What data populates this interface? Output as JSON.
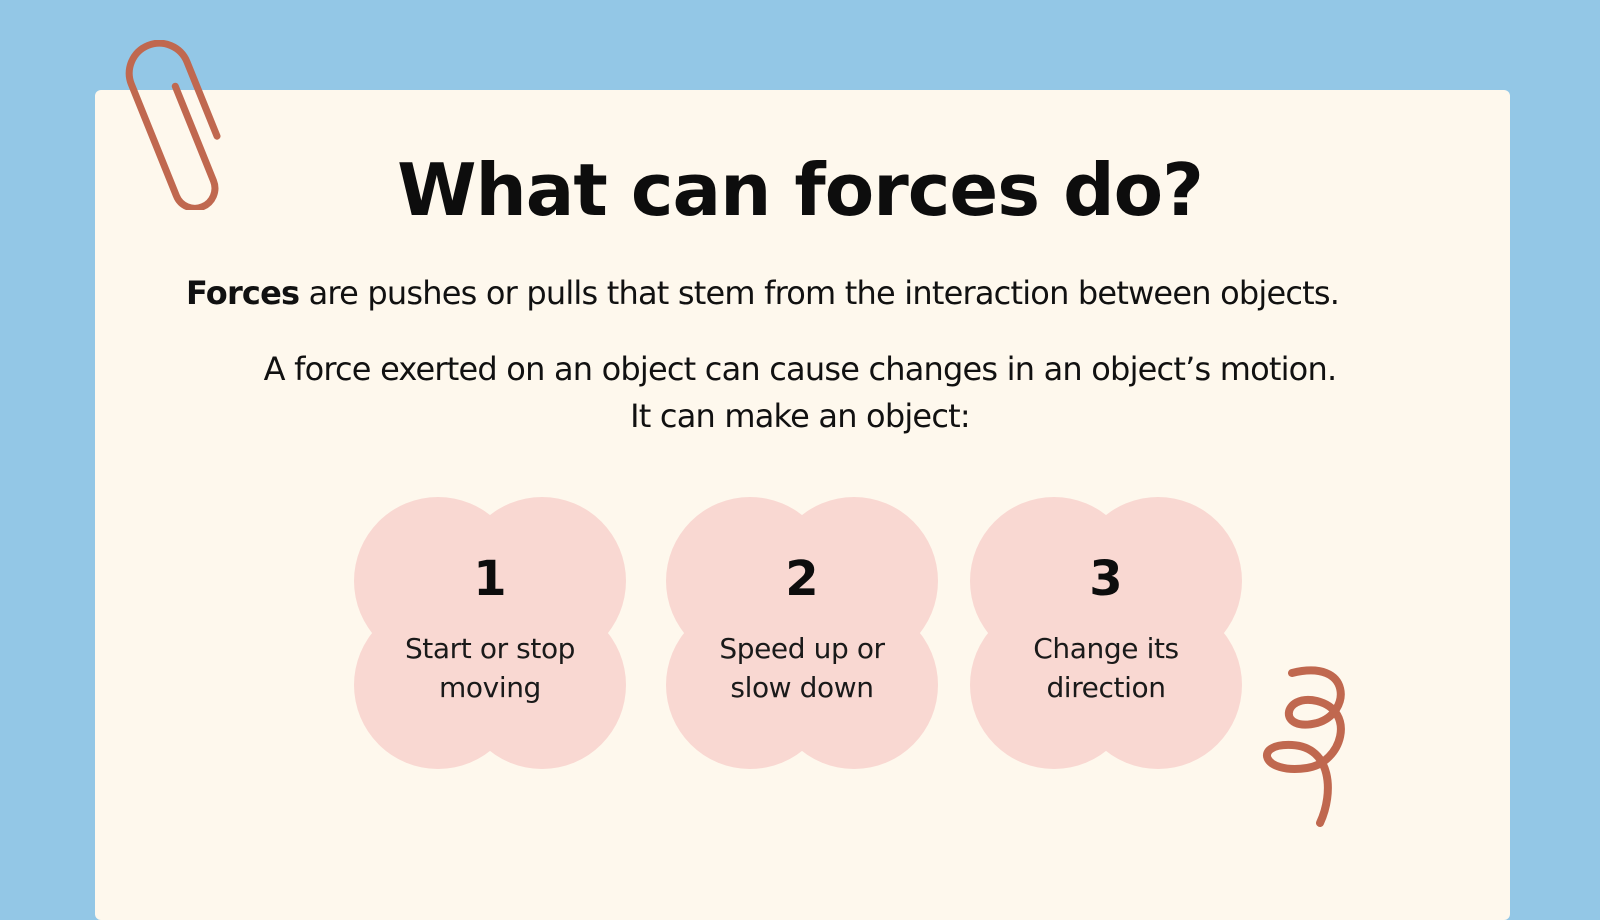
{
  "slide": {
    "title": "What can forces do?",
    "definition": {
      "term": "Forces",
      "rest": " are pushes or pulls that stem from the interaction between objects."
    },
    "explanation": {
      "line1": "A force exerted on an object can cause changes in an object’s motion.",
      "line2": "It can make an object:"
    },
    "effects": [
      {
        "number": "1",
        "line1": "Start or stop",
        "line2": "moving"
      },
      {
        "number": "2",
        "line1": "Speed up or",
        "line2": "slow down"
      },
      {
        "number": "3",
        "line1": "Change its",
        "line2": "direction"
      }
    ]
  },
  "colors": {
    "background": "#93c7e6",
    "card": "#fef8ed",
    "bubble": "#f9d8d2",
    "accent": "#c0684f",
    "text": "#111111"
  },
  "icons": {
    "decoration_top_left": "paperclip-icon",
    "decoration_bottom_right": "squiggle-icon"
  }
}
